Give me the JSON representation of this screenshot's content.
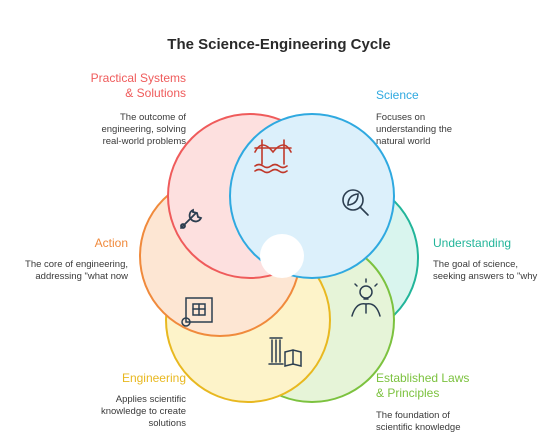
{
  "title": "The Science-Engineering Cycle",
  "stages": [
    {
      "key": "practical",
      "label_lines": [
        "Practical Systems",
        "& Solutions"
      ],
      "desc_lines": [
        "The outcome of",
        "engineering, solving",
        "real-world problems"
      ],
      "color": "#ef5b5b",
      "icon": "bridge-icon"
    },
    {
      "key": "science",
      "label_lines": [
        "Science"
      ],
      "desc_lines": [
        "Focuses on",
        "understanding the",
        "natural world"
      ],
      "color": "#2fa9e0",
      "icon": "magnifier-leaf-icon"
    },
    {
      "key": "understanding",
      "label_lines": [
        "Understanding"
      ],
      "desc_lines": [
        "The goal of science,",
        "seeking answers to \"why"
      ],
      "color": "#22b59a",
      "icon": "lightbulb-person-icon"
    },
    {
      "key": "laws",
      "label_lines": [
        "Established Laws",
        "& Principles"
      ],
      "desc_lines": [
        "The foundation of",
        "scientific knowledge"
      ],
      "color": "#7cc23f",
      "icon": "pillar-book-icon"
    },
    {
      "key": "engineering",
      "label_lines": [
        "Engineering"
      ],
      "desc_lines": [
        "Applies scientific",
        "knowledge to create",
        "solutions"
      ],
      "color": "#e8b820",
      "icon": "blueprint-icon"
    },
    {
      "key": "action",
      "label_lines": [
        "Action"
      ],
      "desc_lines": [
        "The core of engineering,",
        "addressing \"what now"
      ],
      "color": "#f08a3c",
      "icon": "wrench-icon"
    }
  ]
}
